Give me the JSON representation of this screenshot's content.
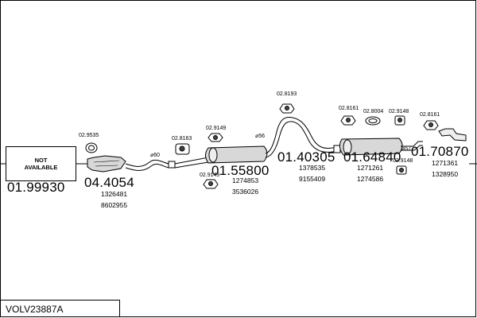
{
  "title": "VOLV23887A",
  "not_available": {
    "line1": "NOT",
    "line2": "AVAILABLE"
  },
  "main_numbers": {
    "n1": "01.99930",
    "n2": "04.4054",
    "n3": "01.55800",
    "n4": "01.40305",
    "n5": "01.64840",
    "n6": "01.70870"
  },
  "part_refs": {
    "r1a": "1326481",
    "r1b": "8602955",
    "r2a": "1274853",
    "r2b": "3536026",
    "r3a": "1378535",
    "r3b": "9155409",
    "r4a": "1271261",
    "r4b": "1274586",
    "r5a": "1271361",
    "r5b": "1328950"
  },
  "accessory_codes": {
    "a1": "02.9535",
    "a2": "02.8163",
    "a3": "02.9149",
    "a4": "02.9149",
    "a5": "02.8193",
    "a6": "02.8161",
    "a7": "02.8004",
    "a8": "02.9148",
    "a9": "02.9148",
    "a10": "02.8161"
  },
  "diameters": {
    "d1": "⌀60",
    "d2": "⌀56",
    "d3": "⌀57"
  }
}
